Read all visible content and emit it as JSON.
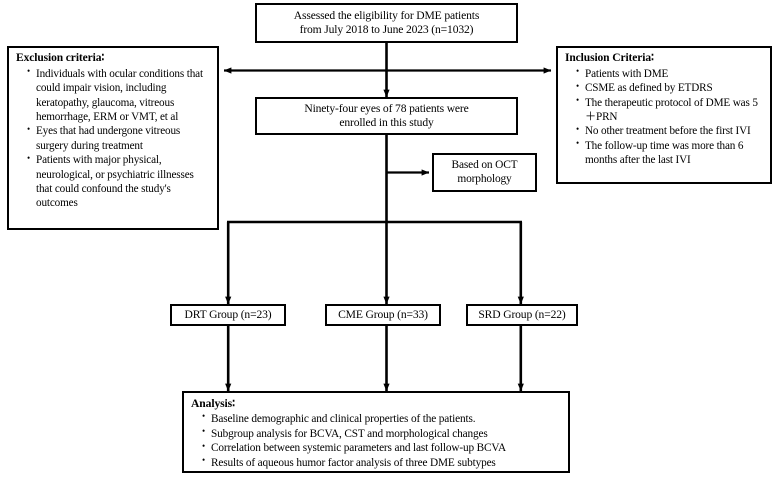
{
  "diagram": {
    "title": "DME patient study flow diagram",
    "type": "flowchart",
    "nodes": {
      "assessed": {
        "line1": "Assessed the eligibility for DME patients",
        "line2": "from July 2018 to June 2023 (n=1032)"
      },
      "exclusion": {
        "heading": "Exclusion criteria∶",
        "items": [
          "Individuals with ocular conditions that could impair vision, including keratopathy, glaucoma, vitreous hemorrhage, ERM or VMT, et al",
          "Eyes that had undergone vitreous surgery during treatment",
          "Patients with major physical, neurological, or psychiatric illnesses that could confound the study's outcomes"
        ]
      },
      "inclusion": {
        "heading": "Inclusion Criteria∶",
        "items": [
          "Patients with DME",
          "CSME as defined by ETDRS",
          "The therapeutic protocol of DME was 5＋PRN",
          "No other treatment before the first IVI",
          "The follow-up time was more than 6 months after the last IVI"
        ]
      },
      "enrolled": {
        "line1": "Ninety-four eyes of 78 patients were",
        "line2": "enrolled in this study"
      },
      "oct": {
        "line1": "Based on OCT",
        "line2": "morphology"
      },
      "groups": [
        {
          "label": "DRT Group (n=23)",
          "name": "DRT",
          "n": 23
        },
        {
          "label": "CME Group (n=33)",
          "name": "CME",
          "n": 33
        },
        {
          "label": "SRD Group (n=22)",
          "name": "SRD",
          "n": 22
        }
      ],
      "analysis": {
        "heading": "Analysis∶",
        "items": [
          "Baseline demographic and clinical properties of the patients.",
          "Subgroup analysis for BCVA, CST and morphological changes",
          "Correlation between systemic parameters and last follow-up BCVA",
          "Results of aqueous humor factor analysis of three DME subtypes"
        ]
      }
    },
    "colors": {
      "line": "#000000",
      "box_border": "#000000",
      "background": "#ffffff",
      "text": "#000000"
    }
  }
}
